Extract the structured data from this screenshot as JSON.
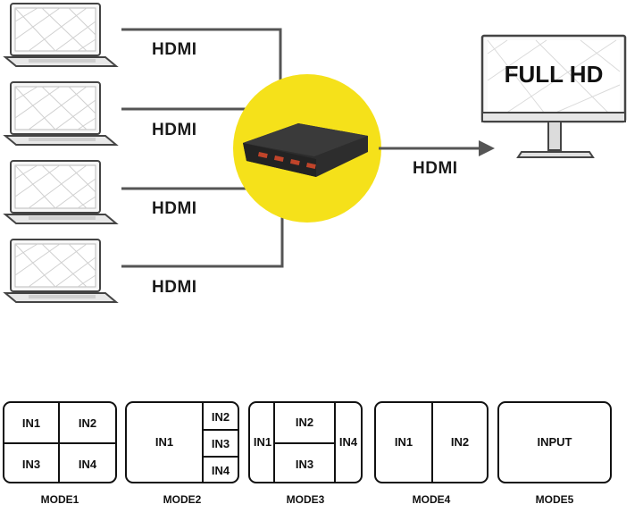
{
  "diagram": {
    "inputs": [
      {
        "link_label": "HDMI"
      },
      {
        "link_label": "HDMI"
      },
      {
        "link_label": "HDMI"
      },
      {
        "link_label": "HDMI"
      }
    ],
    "output_link_label": "HDMI",
    "monitor_text": "FULL HD",
    "colors": {
      "accent": "#f5e11a",
      "line": "#555555",
      "device": "#2d2d2d",
      "port": "#c0442a"
    }
  },
  "modes": [
    {
      "name": "MODE1",
      "cells": [
        "IN1",
        "IN2",
        "IN3",
        "IN4"
      ]
    },
    {
      "name": "MODE2",
      "cells": [
        "IN1",
        "IN2",
        "IN3",
        "IN4"
      ]
    },
    {
      "name": "MODE3",
      "cells": [
        "IN1",
        "IN2",
        "IN3",
        "IN4"
      ]
    },
    {
      "name": "MODE4",
      "cells": [
        "IN1",
        "IN2"
      ]
    },
    {
      "name": "MODE5",
      "cells": [
        "INPUT"
      ]
    }
  ]
}
